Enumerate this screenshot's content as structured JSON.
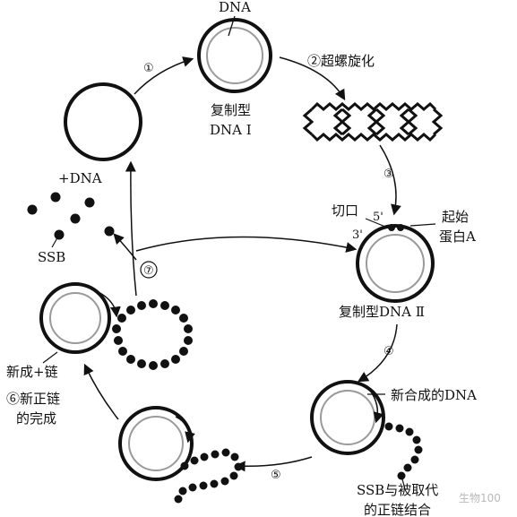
{
  "labels": {
    "dna_top": "DNA",
    "rf1_line1": "复制型",
    "rf1_line2": "DNA Ⅰ",
    "plus_dna": "+DNA",
    "ssb": "SSB",
    "nick": "切口",
    "five_prime": "5'",
    "three_prime": "3'",
    "origin_protein_line1": "起始",
    "origin_protein_line2": "蛋白A",
    "rf2": "复制型DNA Ⅱ",
    "new_plus_strand": "新成+链",
    "step6_line1": "⑥新正链",
    "step6_line2": "的完成",
    "new_dna": "新合成的DNA",
    "ssb_bind_line1": "SSB与被取代",
    "ssb_bind_line2": "的正链结合",
    "watermark": "生物100"
  },
  "steps": {
    "s1": "①",
    "s2": "②超螺旋化",
    "s3": "③",
    "s4": "④",
    "s5": "⑤",
    "s7": "⑦"
  },
  "colors": {
    "ink": "#111111",
    "inner_ring": "#9a9a9a"
  }
}
